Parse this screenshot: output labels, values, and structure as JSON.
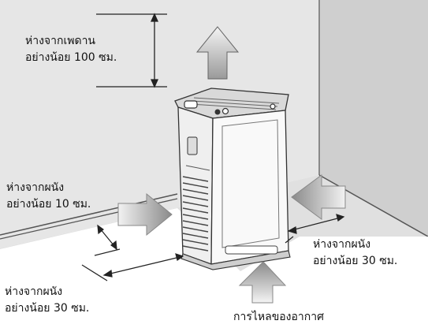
{
  "labels": {
    "ceiling": {
      "line1": "ห่างจากเพดาน",
      "line2": "อย่างน้อย 100 ซม."
    },
    "left_wall": {
      "line1": "ห่างจากผนัง",
      "line2": "อย่างน้อย 10 ซม."
    },
    "right_wall": {
      "line1": "ห่างจากผนัง",
      "line2": "อย่างน้อย 30 ซม."
    },
    "front": {
      "line1": "ห่างจากผนัง",
      "line2": "อย่างน้อย 30 ซม."
    },
    "airflow": "การไหลของอากาศ"
  },
  "colors": {
    "wall_left": "#e6e6e6",
    "wall_back": "#cfcfcf",
    "floor": "#e0e0e0",
    "device_body": "#f7f7f7",
    "device_shade": "#bdbdbd",
    "arrow_dark": "#8a8a8a",
    "arrow_light": "#f4f4f4"
  }
}
